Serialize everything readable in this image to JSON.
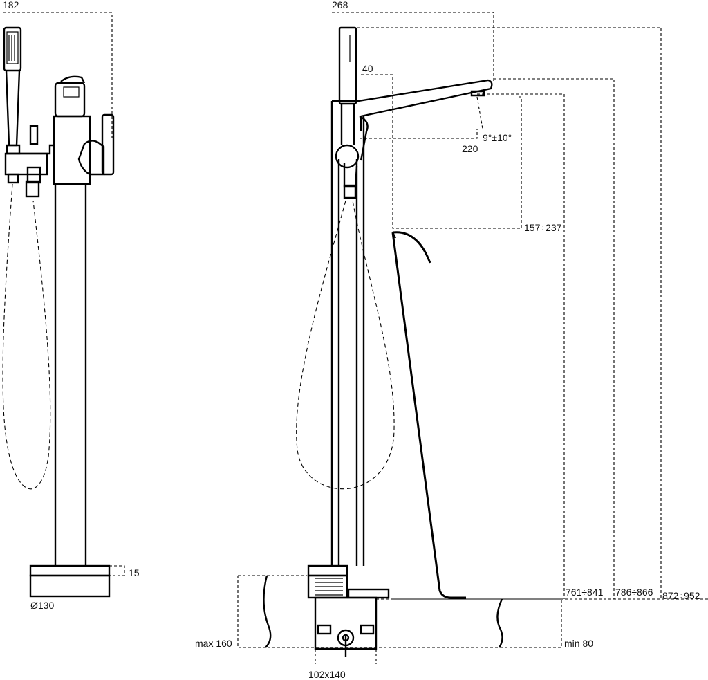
{
  "dimensions": {
    "width_front": "182",
    "diameter_base": "Ø130",
    "base_height": "15",
    "width_side": "268",
    "handle_offset": "40",
    "spout_reach": "220",
    "spout_angle": "9°±10°",
    "spout_height_clear": "157÷237",
    "height_spout_outlet": "761÷841",
    "height_spout_top": "786÷866",
    "height_total": "872÷952",
    "floor_max": "max 160",
    "floor_min": "min 80",
    "box_size": "102x140"
  }
}
